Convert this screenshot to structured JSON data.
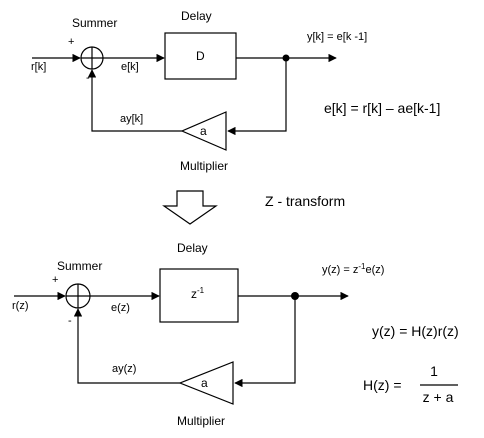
{
  "top": {
    "summer_label": "Summer",
    "plus_sign": "+",
    "minus_sign": "-",
    "delay_label": "Delay",
    "delay_block_text": "D",
    "input_label": "r[k]",
    "error_label": "e[k]",
    "output_label": "y[k] = e[k -1]",
    "feedback_label": "ay[k]",
    "multiplier_block_text": "a",
    "multiplier_label": "Multiplier",
    "equation": "e[k] = r[k] – ae[k-1]"
  },
  "transform_label": "Z - transform",
  "bottom": {
    "summer_label": "Summer",
    "plus_sign": "+",
    "minus_sign": "-",
    "delay_label": "Delay",
    "delay_block_base": "z",
    "delay_block_exp": "-1",
    "input_label": "r(z)",
    "error_label": "e(z)",
    "output_label_prefix": "y(z) = z",
    "output_label_exp": "-1",
    "output_label_suffix": "e(z)",
    "feedback_label": "ay(z)",
    "multiplier_block_text": "a",
    "multiplier_label": "Multiplier",
    "equation": "y(z) = H(z)r(z)",
    "transfer_lhs": "H(z) =",
    "transfer_numerator": "1",
    "transfer_denominator": "z + a"
  }
}
